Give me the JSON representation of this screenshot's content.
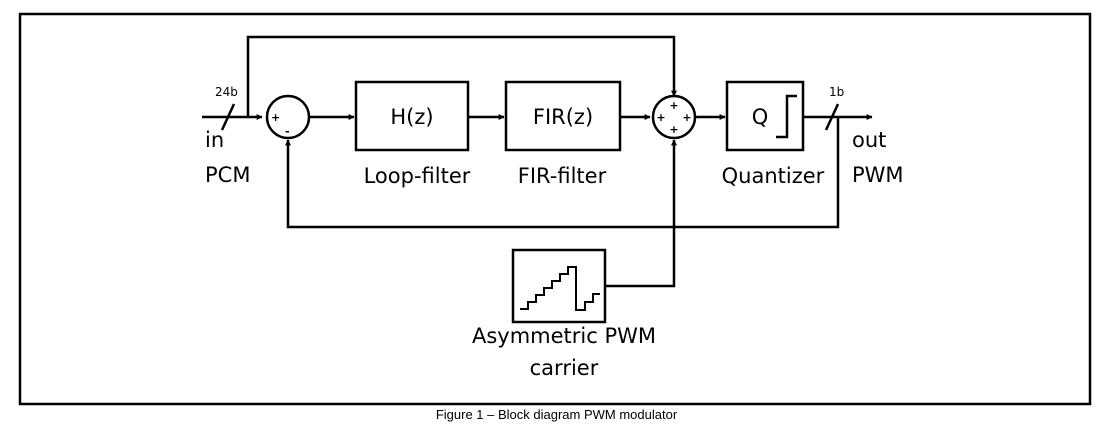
{
  "diagram": {
    "blocks": {
      "loop_filter": {
        "symbol": "H(z)",
        "label": "Loop-filter"
      },
      "fir_filter": {
        "symbol": "FIR(z)",
        "label": "FIR-filter"
      },
      "quantizer": {
        "symbol": "Q",
        "label": "Quantizer"
      },
      "carrier": {
        "label_line1": "Asymmetric PWM",
        "label_line2": "carrier"
      }
    },
    "input": {
      "bus_width": "24b",
      "label": "in",
      "label2": "PCM"
    },
    "output": {
      "bus_width": "1b",
      "label": "out",
      "label2": "PWM"
    },
    "sum1": {
      "plus": "+",
      "minus": "-"
    },
    "sum2": {
      "top": "+",
      "left": "+",
      "right": "+",
      "bottom": "+"
    }
  },
  "caption": "Figure 1 – Block diagram PWM modulator"
}
